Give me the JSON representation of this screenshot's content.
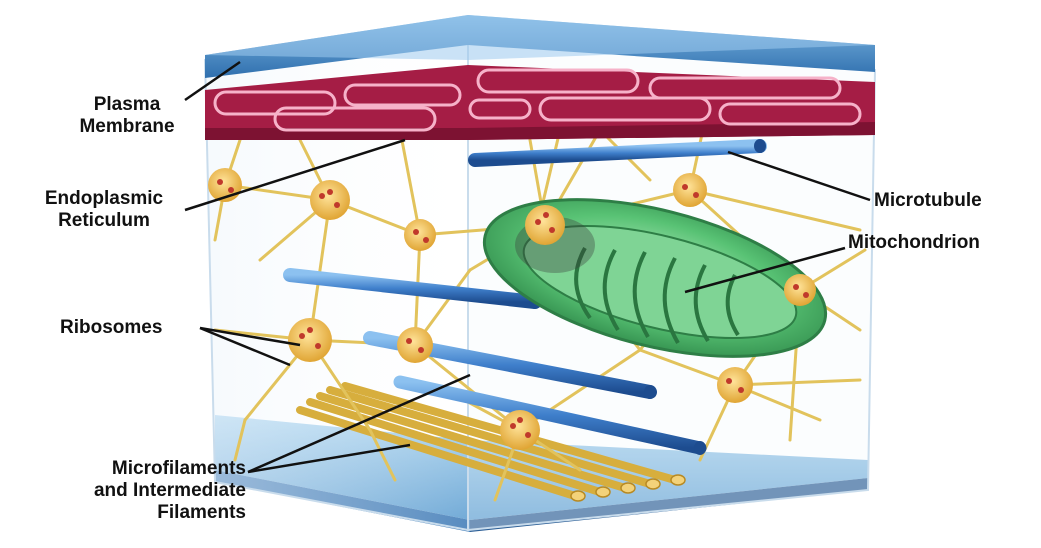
{
  "labels": {
    "plasma_membrane": [
      "Plasma",
      "Membrane"
    ],
    "endoplasmic_reticulum": [
      "Endoplasmic",
      "Reticulum"
    ],
    "ribosomes": "Ribosomes",
    "microfilaments": [
      "Microfilaments",
      "and Intermediate",
      "Filaments"
    ],
    "microtubule": "Microtubule",
    "mitochondrion": "Mitochondrion"
  },
  "colors": {
    "top_plate": "#5a9fd4",
    "membrane": "#b3214a",
    "membrane_outline": "#f3a7bf",
    "microtubule": "#3f7fcb",
    "mitochondrion": "#43b865",
    "filament": "#e3c15a",
    "ribosome": "#c0392b",
    "floor": "#7fb8de"
  }
}
